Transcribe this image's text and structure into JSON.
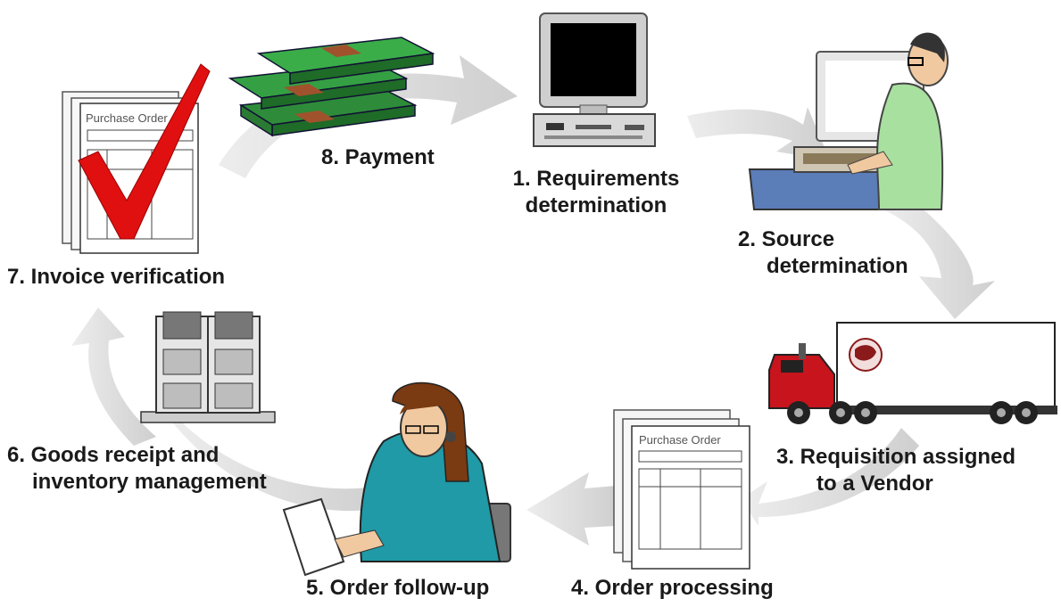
{
  "steps": {
    "s1": {
      "line1": "1. Requirements",
      "line2": "determination"
    },
    "s2": {
      "line1": "2. Source",
      "line2": "determination"
    },
    "s3": {
      "line1": "3. Requisition assigned",
      "line2": "to a Vendor"
    },
    "s4": {
      "line1": "4. Order processing"
    },
    "s5": {
      "line1": "5. Order follow-up"
    },
    "s6": {
      "line1": "6. Goods receipt and",
      "line2": "inventory management"
    },
    "s7": {
      "line1": "7. Invoice verification"
    },
    "s8": {
      "line1": "8. Payment"
    }
  },
  "documents": {
    "po_top": "Purchase Order",
    "po_bottom": "Purchase Order"
  },
  "icons": [
    "computer-icon",
    "person-at-computer-icon",
    "truck-icon",
    "purchase-order-document-icon",
    "operator-headset-icon",
    "warehouse-shelves-icon",
    "invoice-checkmark-icon",
    "money-stack-icon"
  ],
  "colors": {
    "arrow": "#d8d8d8",
    "money": "#2e8b3a",
    "check": "#e01010",
    "truck": "#c8141c"
  }
}
